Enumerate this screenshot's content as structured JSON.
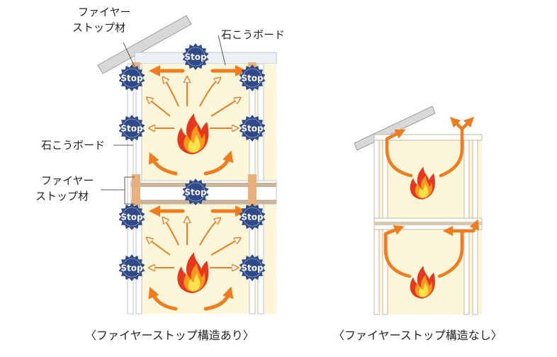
{
  "labels": {
    "fire_stop_top_line1": "ファイヤー",
    "fire_stop_top_line2": "ストップ材",
    "gypsum_board_top": "石こうボード",
    "gypsum_board_left": "石こうボード",
    "fire_stop_mid_line1": "ファイヤー",
    "fire_stop_mid_line2": "ストップ材"
  },
  "stop_badge_text": "Stop",
  "captions": {
    "with_structure": "〈ファイヤーストップ構造あり〉",
    "without_structure": "〈ファイヤーストップ構造なし〉"
  },
  "colors": {
    "badge": "#2f4a86",
    "arrow": "#ef7d1f",
    "wall_fill": "#fdf6d8",
    "fire_stop_material": "#e8b07a",
    "frame": "#c9d3dd"
  }
}
